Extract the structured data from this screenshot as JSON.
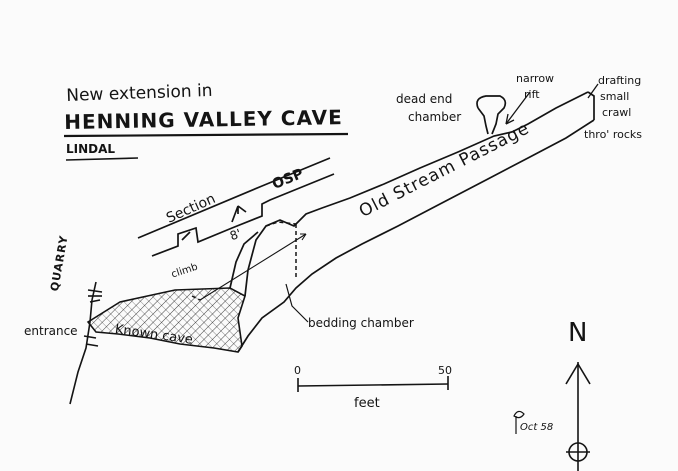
{
  "title": {
    "line1": "New extension in",
    "line2": "HENNING VALLEY CAVE",
    "location": "LINDAL"
  },
  "labels": {
    "dead_end_chamber_1": "dead end",
    "dead_end_chamber_2": "chamber",
    "narrow_rift_1": "narrow",
    "narrow_rift_2": "rift",
    "drafting_1": "drafting",
    "drafting_2": "small",
    "drafting_3": "crawl",
    "drafting_4": "thro' rocks",
    "old_stream_passage": "Old Stream Passage",
    "section": "Section",
    "osp": "OSP",
    "climb": "climb",
    "height_8": "8'",
    "quarry": "QUARRY",
    "entrance": "entrance",
    "known_cave": "Known cave",
    "bedding_chamber": "bedding chamber",
    "signature": "Oct 58"
  },
  "scale_bar": {
    "start_label": "0",
    "end_label": "50",
    "unit_label": "feet"
  },
  "north_arrow": {
    "label": "N"
  },
  "colors": {
    "ink": "#141414",
    "paper": "#fbfbfb"
  }
}
